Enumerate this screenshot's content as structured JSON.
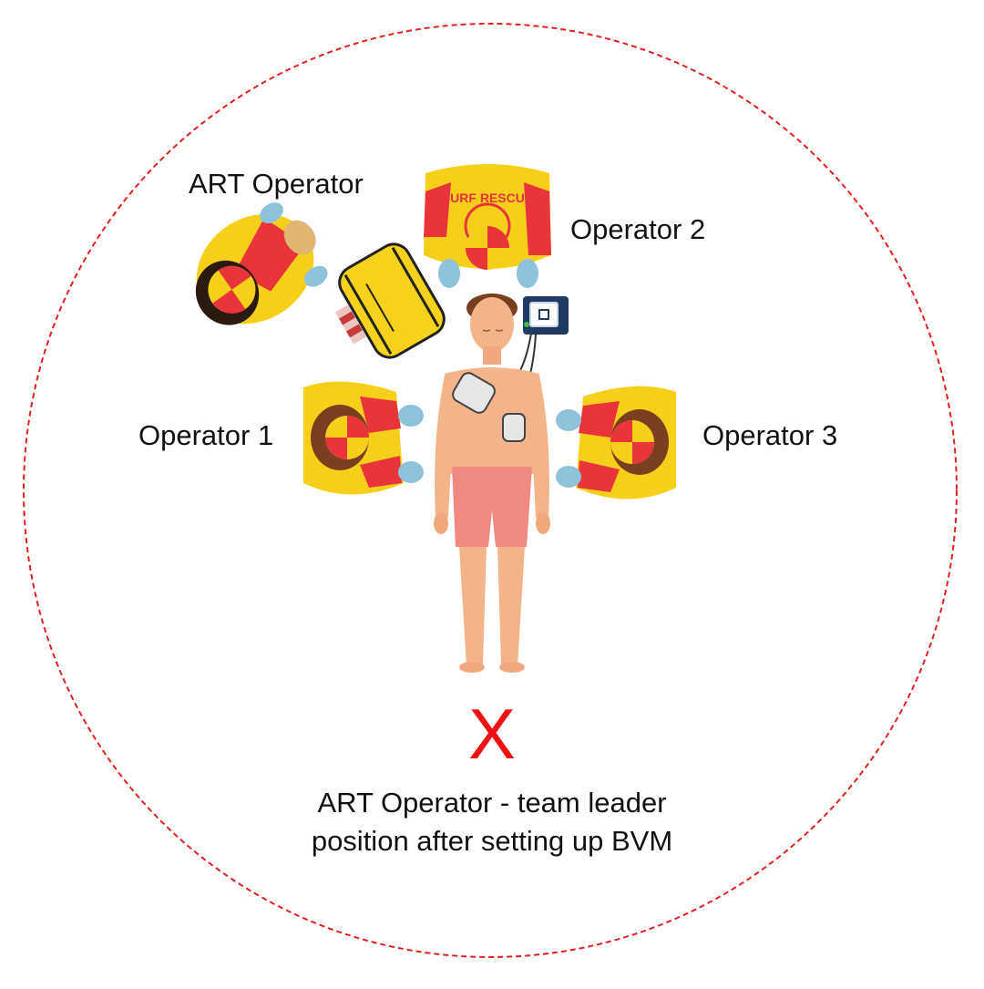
{
  "labels": {
    "art_operator": "ART Operator",
    "operator_1": "Operator 1",
    "operator_2": "Operator 2",
    "operator_3": "Operator 3"
  },
  "x_marker": {
    "text": "X",
    "color": "#ee1111"
  },
  "caption": {
    "line1": "ART Operator - team leader",
    "line2": "position after setting up BVM"
  },
  "colors": {
    "boundary_dash": "#e02020",
    "uniform_yellow": "#f6cf1a",
    "uniform_red": "#e8343a",
    "glove_blue": "#8fc3dc",
    "skin": "#f4b48a",
    "shorts": "#f08a80",
    "hair_brown": "#7a3f1f",
    "defib_navy": "#1f3b63"
  },
  "illustration": {
    "text_on_uniform": "SURF RESCUE",
    "figures": [
      "art-operator",
      "operator-1",
      "operator-2",
      "operator-3",
      "patient"
    ],
    "equipment": [
      "oxygen-resuscitation-bag",
      "aed-defibrillator",
      "aed-pads"
    ]
  }
}
